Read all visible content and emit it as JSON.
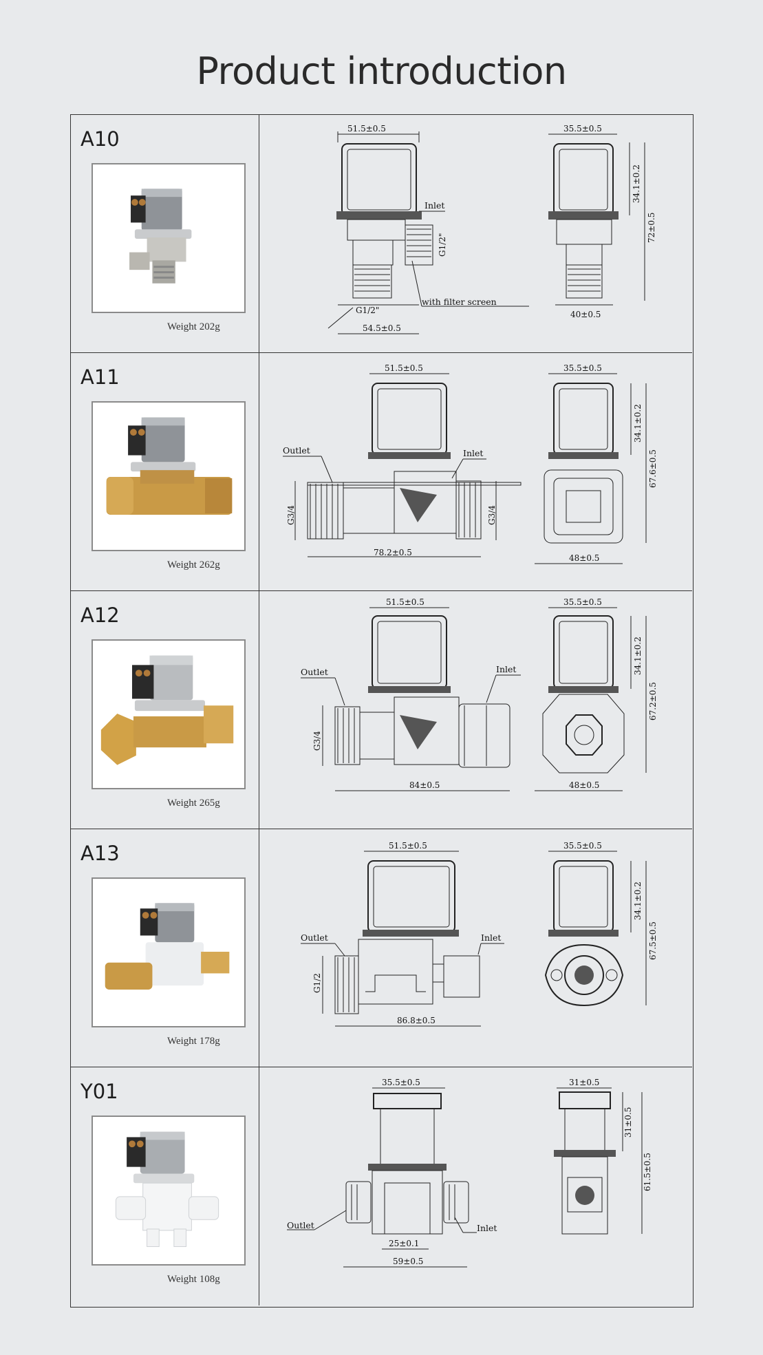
{
  "page": {
    "title": "Product introduction"
  },
  "products": [
    {
      "model": "A10",
      "weight": "Weight 202g",
      "front": {
        "top": "51.5±0.5",
        "bottom": "54.5±0.5",
        "inlet": "Inlet",
        "thread_side": "G1/2\"",
        "thread_bottom": "G1/2\"",
        "note": "with filter screen"
      },
      "side": {
        "top": "35.5±0.5",
        "bottom": "40±0.5",
        "v1": "34.1±0.2",
        "v2": "72±0.5"
      }
    },
    {
      "model": "A11",
      "weight": "Weight 262g",
      "front": {
        "top": "51.5±0.5",
        "bottom": "78.2±0.5",
        "outlet": "Outlet",
        "inlet": "Inlet",
        "thread_left": "G3/4",
        "thread_right": "G3/4"
      },
      "side": {
        "top": "35.5±0.5",
        "bottom": "48±0.5",
        "v1": "34.1±0.2",
        "v2": "67.6±0.5"
      }
    },
    {
      "model": "A12",
      "weight": "Weight 265g",
      "front": {
        "top": "51.5±0.5",
        "bottom": "84±0.5",
        "outlet": "Outlet",
        "inlet": "Inlet",
        "thread_left": "G3/4"
      },
      "side": {
        "top": "35.5±0.5",
        "bottom": "48±0.5",
        "v1": "34.1±0.2",
        "v2": "67.2±0.5"
      }
    },
    {
      "model": "A13",
      "weight": "Weight 178g",
      "front": {
        "top": "51.5±0.5",
        "bottom": "86.8±0.5",
        "outlet": "Outlet",
        "inlet": "Inlet",
        "thread_left": "G1/2"
      },
      "side": {
        "top": "35.5±0.5",
        "v1": "34.1±0.2",
        "v2": "67.5±0.5"
      }
    },
    {
      "model": "Y01",
      "weight": "Weight 108g",
      "front": {
        "top": "35.5±0.5",
        "bottom1": "25±0.1",
        "bottom2": "59±0.5",
        "outlet": "Outlet",
        "inlet": "Inlet"
      },
      "side": {
        "top": "31±0.5",
        "v1": "31±0.5",
        "v2": "61.5±0.5"
      }
    }
  ]
}
